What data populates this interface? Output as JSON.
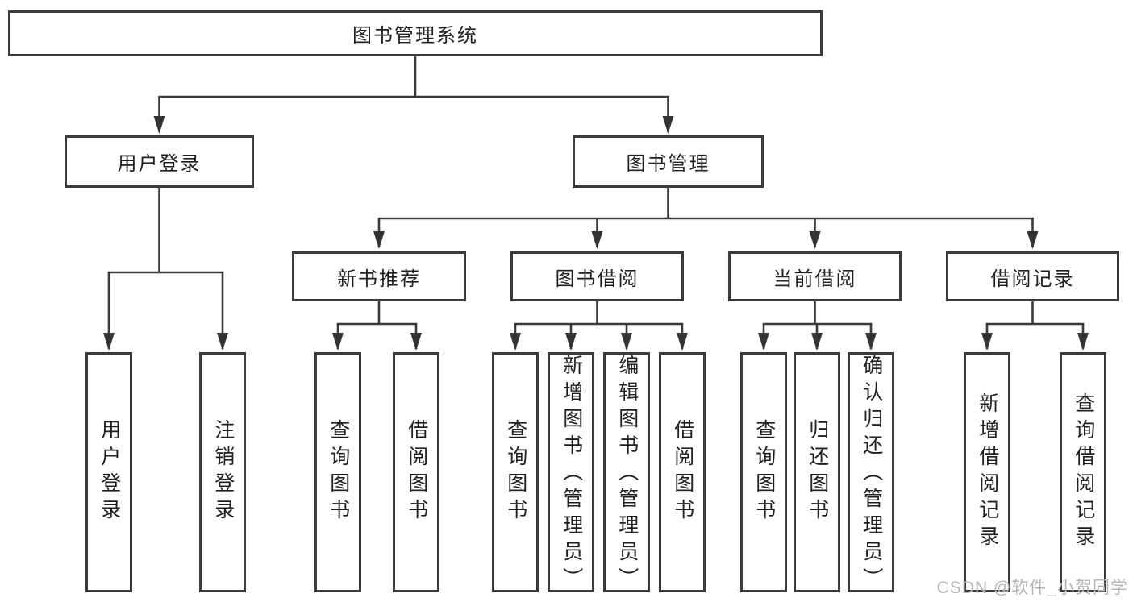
{
  "diagram": {
    "root": {
      "label": "图书管理系统"
    },
    "branches": [
      {
        "label": "用户登录",
        "children": [
          {
            "label": "用户登录"
          },
          {
            "label": "注销登录"
          }
        ]
      },
      {
        "label": "图书管理",
        "children": [
          {
            "label": "新书推荐",
            "children": [
              {
                "label": "查询图书"
              },
              {
                "label": "借阅图书"
              }
            ]
          },
          {
            "label": "图书借阅",
            "children": [
              {
                "label": "查询图书"
              },
              {
                "label": "新增图书（管理员）"
              },
              {
                "label": "编辑图书（管理员）"
              },
              {
                "label": "借阅图书"
              }
            ]
          },
          {
            "label": "当前借阅",
            "children": [
              {
                "label": "查询图书"
              },
              {
                "label": "归还图书"
              },
              {
                "label": "确认归还（管理员）"
              }
            ]
          },
          {
            "label": "借阅记录",
            "children": [
              {
                "label": "新增借阅记录"
              },
              {
                "label": "查询借阅记录"
              }
            ]
          }
        ]
      }
    ]
  },
  "watermark": {
    "text": "CSDN @软件_小贺同学",
    "color": "#b5b5b5"
  },
  "colors": {
    "line": "#3a3a3a",
    "border": "#3a3a3a",
    "text": "#1f1f1f",
    "background": "#ffffff"
  }
}
